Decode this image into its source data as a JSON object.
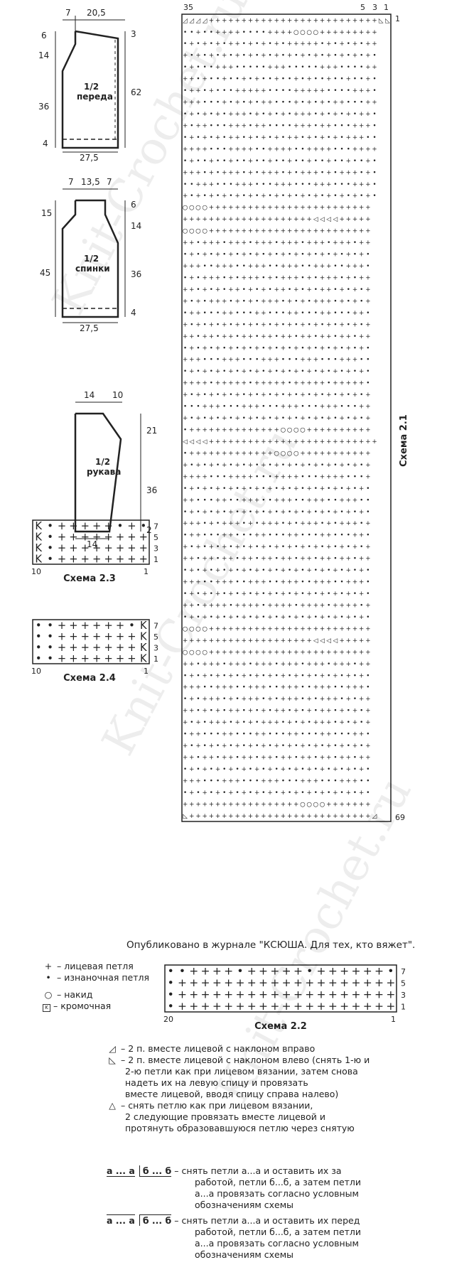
{
  "schematics": {
    "front": {
      "title_line1": "1/2",
      "title_line2": "переда",
      "dims": {
        "top_left": "7",
        "top_right": "20,5",
        "left_a": "6",
        "left_b": "14",
        "left_c": "36",
        "left_d": "4",
        "right_a": "3",
        "right_b": "62",
        "bottom": "27,5"
      }
    },
    "back": {
      "title_line1": "1/2",
      "title_line2": "спинки",
      "dims": {
        "top_left": "7",
        "top_mid": "13,5",
        "top_right": "7",
        "left_a": "15",
        "left_b": "45",
        "right_a": "6",
        "right_b": "14",
        "right_c": "36",
        "right_d": "4",
        "bottom": "27,5"
      }
    },
    "sleeve": {
      "title_line1": "1/2",
      "title_line2": "рукава",
      "dims": {
        "top_left": "14",
        "top_right": "10",
        "right_a": "21",
        "right_b": "36",
        "right_c": "2",
        "bottom": "14"
      }
    }
  },
  "charts": {
    "chart_2_1": {
      "label": "Схема 2.1",
      "top_labels": [
        "35",
        "5",
        "3",
        "1"
      ],
      "row_labels": [
        "1",
        "69"
      ],
      "first_row": "◿◿◿◿++++++++++++++++++++++++++◺◺",
      "rows": [
        "◿◿◿◿++++++++++++++++++++++++++◺◺",
        "••+••++++••••++++○○○○+++++++++",
        "•+•+•+•++•+•+•+•+++++•+•+•+•++",
        "+•+•+•+•+•+•+•+•+•+•+•+•+•+•+•",
        "•+•••+++•••••+++•••••+++••••++",
        "++•+••+••+•+••+••+•+••+••+••+•",
        "•++•+•••+++++••••+++++••••+++•",
        "+++•••+•+•+•++•••+•+•+•++•••++",
        "•+•+•+•+++•+•+•+•+++•+•+•+•++•",
        "+•++•••+++•++••••+++•++•••+++•",
        "•+•+•+•++•+•+•+•++•+•+•+•+++••",
        "++++•••++++••++++••++++•••++++",
        "•+••+••+••+••+••+••+••+••+••+•",
        "+++•+•+++•+•+++•+•+++•+•+++•+•",
        "••+++•••+++•••+++•••+++•••+++•",
        "+•+•+•+•+•+•+•+•+•+•+•+•+•+•+•",
        "○○○○+++++++++++++++++++++++++",
        "++++++++++++++++++++◁◁◁◁+++++",
        "○○○○+++++++++++++++++++++++++",
        "++•+++•+++•+++•+++•+++•+++•++",
        "•+•+•+•+•+•+•+•+•+•+•+•+•+•+•",
        "+++••+++••+++••+++••+++••+++•",
        "•+•+++•+•+++•+•+++•+•+++•+•++",
        "++•+•+•++•+•+•++•+•+•++•+•+•+",
        "+•+•+++•+•+•+++•+•+•+++•+•+•+",
        "•++•••++•••++•••++•••++•••++•",
        "+•+•+•+•+•+•+•+•+•+•+•+•+•+•+",
        "++•++•++•++•++•++•++•++•++•++",
        "•+•+•+•+•+•+•+•+•+•+•+•+•+•+•",
        "+++•••+++•••+++•••+++•••+++••",
        "•+•+•+•+•+•+•+•+•+•+•+•+•+•+•",
        "++++•+++++•+++++•+++++•+++++•",
        "+•+•+•+•+•+•+•+•+•+•+•+•+•+•+",
        "•••+++•••+++•••+++•••+++•••++",
        "+•+•+•+•+•+•+•+•+•+•+•+•+•+•+",
        "•++++++++++++++○○○○++++++++++",
        "◁◁◁◁++++++++++++++++++++++++++",
        "•+++++++++++++○○○○+++++++++++",
        "+•+•+•+•+•+•+•+•+•+•+•+•+•+•+",
        "++++•••++++•••++++•••++++•••+",
        "•+•+•+•+•+•+•+•+•+•+•+•+•+•+•",
        "++•••++••+++••+++••+++••+++••",
        "•+•+•+•+•+•+•+•+•+•+•+•+•+•+•",
        "+++•+•+++•+•+++•+•+++•+•+++•+",
        "•++•••++•••++•••++•••++•••++•",
        "+•+•+•+•+•+•+•+•+•+•+•+•+•+•+",
        "++•++•++•++•++•++•++•++•++•++",
        "•+•+•+•+•+•+•+•+•+•+•+•+•+•+•",
        "+++••+++••+++••+++••+++••+++•",
        "•+•+•+•+•+•+•+•+•+•+•+•+•+•+•",
        "++•++++•++++•++++•++++•++++•+",
        "•+•+•+•+•+•+•+•+•+•+•+•+•+•+•",
        "○○○○+++++++++++++++++++++++++",
        "++++++++++++++++++++◁◁◁◁+++++",
        "○○○○+++++++++++++++++++++++++",
        "++•+++•+++•+++•+++•+++•+++•++",
        "•+•+•+•+•+•+•+•+•+•+•+•+•+•+•",
        "+++••+++••+++••+++••+++••+++•",
        "•+•+++•+•+++•+•+++•+•+++•+•++",
        "++•+•+•++•+•+•++•+•+•++•+•+•+",
        "+•+•+++•+•+•+++•+•+•+++•+•+•+",
        "•++•••++•••++•••++•••++•••++•",
        "+•+•+•+•+•+•+•+•+•+•+•+•+•+•+",
        "++•++•++•++•++•++•++•++•++•++",
        "•+•+•+•+•+•+•+•+•+•+•+•+•+•+•",
        "+++•••+++•••+++•••+++•••+++••",
        "•+•+•+•+•+•+•+•+•+•+•+•+•+•+•",
        "++++++++++++++++++○○○○+++++++",
        "◺++++++++++++++++++++++++++++◿"
      ]
    },
    "chart_2_3": {
      "label": "Схема 2.3",
      "row_labels": [
        "7",
        "5",
        "3",
        "1"
      ],
      "col_labels": [
        "10",
        "1"
      ],
      "rows": [
        "K•+++++•+•",
        "K•++++++++",
        "K•++++++++",
        "K•++++++++"
      ]
    },
    "chart_2_4": {
      "label": "Схема 2.4",
      "row_labels": [
        "7",
        "5",
        "3",
        "1"
      ],
      "col_labels": [
        "10",
        "1"
      ],
      "rows": [
        "••++++++•K",
        "••+++++++K",
        "••+++++++K",
        "••+++++++K"
      ]
    },
    "chart_2_2": {
      "label": "Схема 2.2",
      "row_labels": [
        "7",
        "5",
        "3",
        "1"
      ],
      "col_labels": [
        "20",
        "1"
      ],
      "rows": [
        "••++++•+++++•++++++•",
        "•+++++++++++++++++++",
        "•+++++++++++++++++++",
        "•+++++++++++++++++++"
      ]
    }
  },
  "published": "Опубликовано в журнале \"КСЮША. Для тех, кто вяжет\".",
  "legend": {
    "knit": "– лицевая петля",
    "purl": "– изнаночная петля",
    "yo": "– накид",
    "edge": "– кромочная"
  },
  "legend_long": {
    "right_slant": "– 2 п. вместе лицевой с наклоном вправо",
    "left_slant_l1": "– 2 п. вместе лицевой с наклоном влево (снять 1-ю и",
    "left_slant_l2": "2-ю петли как при лицевом вязании, затем снова",
    "left_slant_l3": "надеть их на левую спицу и провязать",
    "left_slant_l4": "вместе лицевой, вводя спицу справа налево)",
    "triple_l1": "– снять петлю как при лицевом вязании,",
    "triple_l2": "2 следующие провязать вместе лицевой и",
    "triple_l3": "протянуть образовавшуюся петлю через снятую",
    "cable1_l1": "– снять петли а...а и оставить их за",
    "cable1_l2": "работой, петли б...б, а затем петли",
    "cable1_l3": "а...а провязать согласно условным",
    "cable1_l4": "обозначениям схемы",
    "cable2_l1": "– снять петли а...а и оставить их перед",
    "cable2_l2": "работой, петли б...б, а затем петли",
    "cable2_l3": "а...а провязать согласно условным",
    "cable2_l4": "обозначениям схемы",
    "ab_a": "а ... а",
    "ab_b": "б ... б"
  },
  "watermark": "Knit-Crochet.ru"
}
